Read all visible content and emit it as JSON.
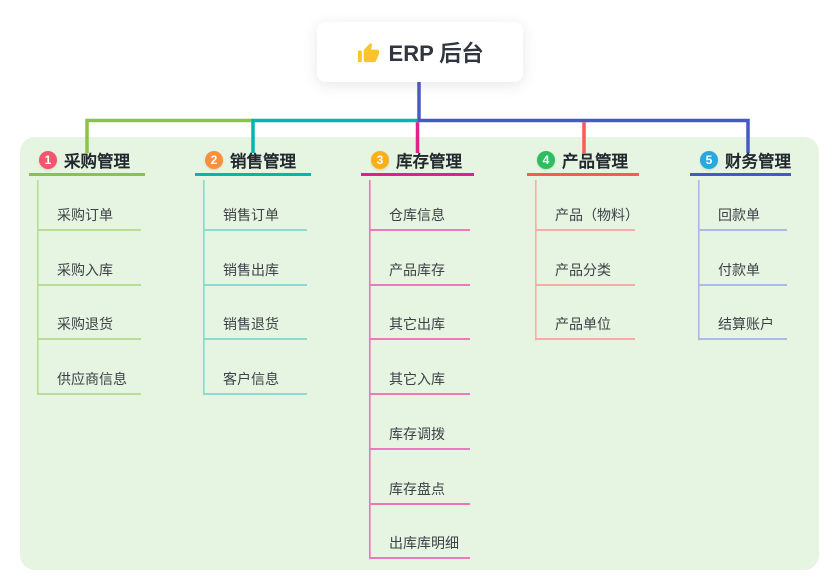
{
  "root": {
    "title": "ERP 后台",
    "icon": "thumbs-up-icon",
    "icon_color": "#fcc42c"
  },
  "theme": {
    "canvas_bg": "#ffffff",
    "panel_bg": "#e6f5e2",
    "root_connector_color": "#4d58c7",
    "header_text_color": "#23272e",
    "leaf_text_color": "#3d4147"
  },
  "branches": [
    {
      "index": "1",
      "label": "采购管理",
      "badge_color": "#f2566c",
      "line_color": "#8bc348",
      "sub_line_color": "#b9dd97",
      "items": [
        "采购订单",
        "采购入库",
        "采购退货",
        "供应商信息"
      ]
    },
    {
      "index": "2",
      "label": "销售管理",
      "badge_color": "#fb8f3f",
      "line_color": "#00b7ab",
      "sub_line_color": "#8cdbd1",
      "items": [
        "销售订单",
        "销售出库",
        "销售退货",
        "客户信息"
      ]
    },
    {
      "index": "3",
      "label": "库存管理",
      "badge_color": "#fcae16",
      "line_color": "#e0218a",
      "sub_line_color": "#ee78bd",
      "items": [
        "仓库信息",
        "产品库存",
        "其它出库",
        "其它入库",
        "库存调拨",
        "库存盘点",
        "出库库明细"
      ]
    },
    {
      "index": "4",
      "label": "产品管理",
      "badge_color": "#2ebd5f",
      "line_color": "#fa5a55",
      "sub_line_color": "#fbaca8",
      "items": [
        "产品（物料）",
        "产品分类",
        "产品单位"
      ]
    },
    {
      "index": "5",
      "label": "财务管理",
      "badge_color": "#2aa7e0",
      "line_color": "#4459c4",
      "sub_line_color": "#abbaea",
      "items": [
        "回款单",
        "付款单",
        "结算账户"
      ]
    }
  ]
}
